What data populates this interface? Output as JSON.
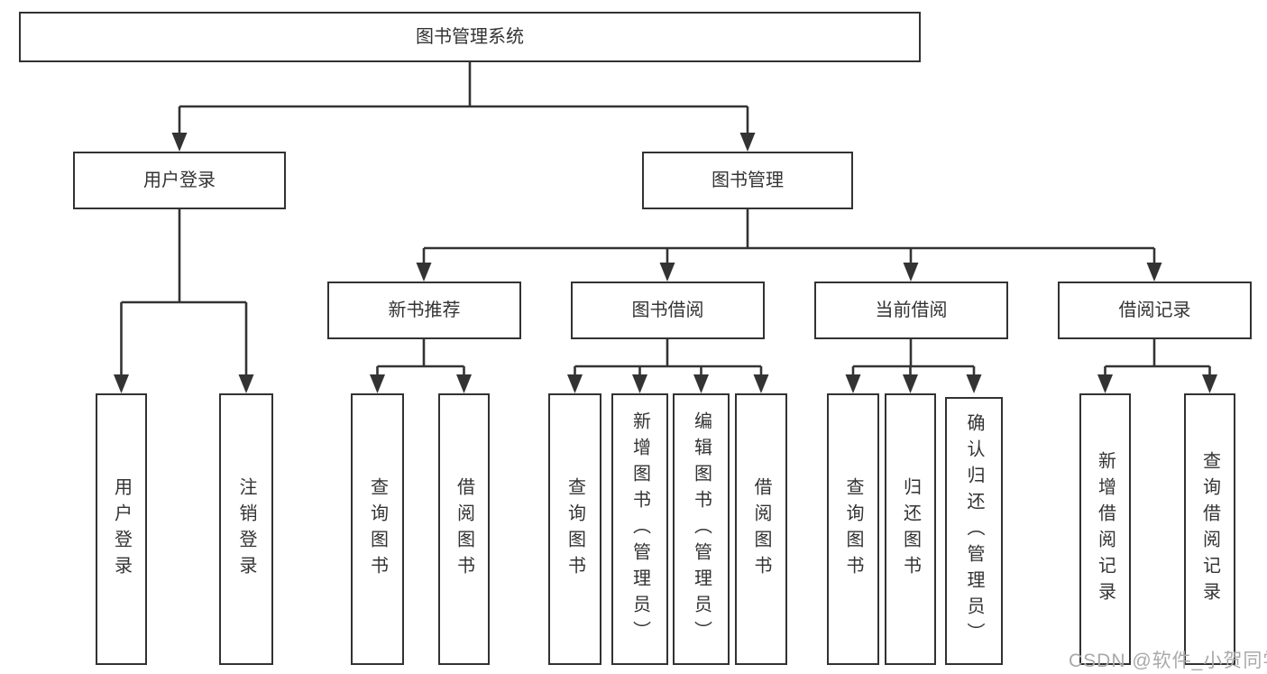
{
  "colors": {
    "line": "#333333",
    "box_border": "#323232",
    "text": "#333333",
    "watermark": "#a9a9a9",
    "background": "#ffffff"
  },
  "tree": {
    "root": {
      "label": "图书管理系统"
    },
    "children": [
      {
        "label": "用户登录",
        "children": [
          {
            "label": "用户登录"
          },
          {
            "label": "注销登录"
          }
        ]
      },
      {
        "label": "图书管理",
        "children": [
          {
            "label": "新书推荐",
            "children": [
              {
                "label": "查询图书"
              },
              {
                "label": "借阅图书"
              }
            ]
          },
          {
            "label": "图书借阅",
            "children": [
              {
                "label": "查询图书"
              },
              {
                "label": "新增图书（管理员）"
              },
              {
                "label": "编辑图书（管理员）"
              },
              {
                "label": "借阅图书"
              }
            ]
          },
          {
            "label": "当前借阅",
            "children": [
              {
                "label": "查询图书"
              },
              {
                "label": "归还图书"
              },
              {
                "label": "确认归还（管理员）"
              }
            ]
          },
          {
            "label": "借阅记录",
            "children": [
              {
                "label": "新增借阅记录"
              },
              {
                "label": "查询借阅记录"
              }
            ]
          }
        ]
      }
    ]
  },
  "watermark": {
    "text": "CSDN @软件_小贺同学"
  }
}
